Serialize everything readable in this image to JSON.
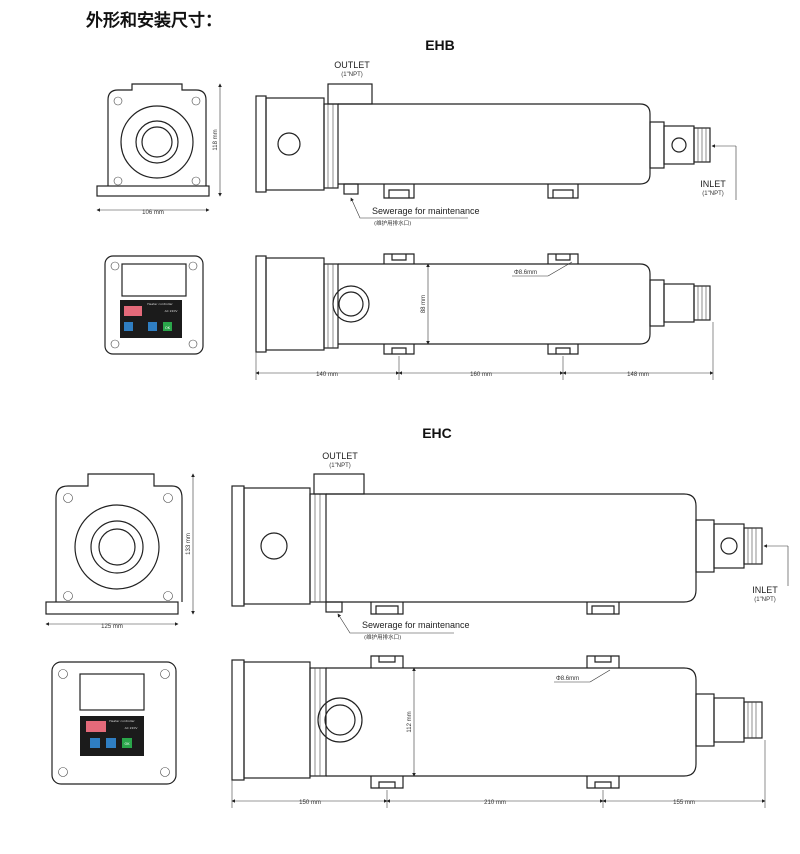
{
  "page": {
    "title": "外形和安装尺寸："
  },
  "ehb": {
    "heading": "EHB",
    "outlet_label": "OUTLET",
    "outlet_spec": "(1\"NPT)",
    "inlet_label": "INLET",
    "inlet_spec": "(1\"NPT)",
    "sewerage_label": "Sewerage for maintenance",
    "sewerage_cn": "(维护用排水口)",
    "hole_label": "Φ8.6mm",
    "front_width": "106 mm",
    "front_height": "118 mm",
    "body_height": "88 mm",
    "dim_left": "140 mm",
    "dim_mid": "160 mm",
    "dim_right": "148 mm"
  },
  "ehc": {
    "heading": "EHC",
    "outlet_label": "OUTLET",
    "outlet_spec": "(1\"NPT)",
    "inlet_label": "INLET",
    "inlet_spec": "(1\"NPT)",
    "sewerage_label": "Sewerage for maintenance",
    "sewerage_cn": "(维护用排水口)",
    "hole_label": "Φ8.6mm",
    "front_width": "125 mm",
    "front_height": "133 mm",
    "body_height": "112 mm",
    "dim_left": "150 mm",
    "dim_mid": "210 mm",
    "dim_right": "155 mm"
  },
  "panel": {
    "label_top": "Heater controller",
    "label_sub": "AC 220V",
    "button_ok": "OK"
  },
  "colors": {
    "line": "#222222",
    "display_red": "#e46a7a",
    "button_blue": "#2f7ec2",
    "button_green": "#2aa64a",
    "panel_dark": "#1b1b1b"
  }
}
